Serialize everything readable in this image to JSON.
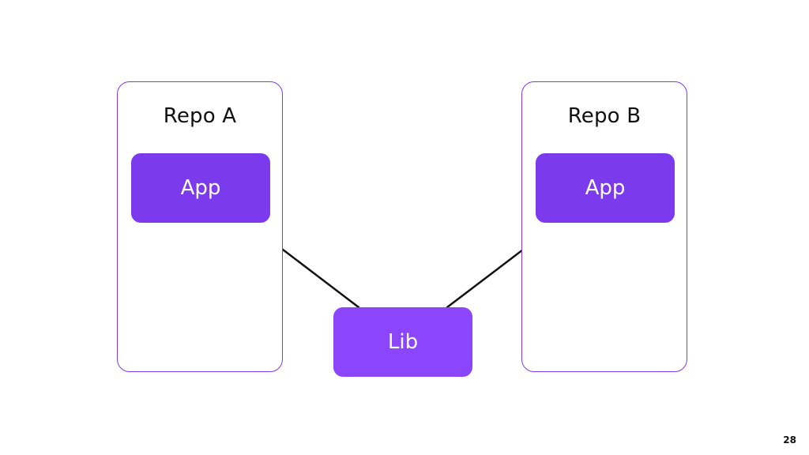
{
  "diagram": {
    "repos": [
      {
        "title": "Repo A",
        "app_label": "App"
      },
      {
        "title": "Repo B",
        "app_label": "App"
      }
    ],
    "lib_label": "Lib",
    "edges": [
      {
        "from": "Repo A App",
        "to": "Lib"
      },
      {
        "from": "Repo B App",
        "to": "Lib"
      }
    ],
    "colors": {
      "accent": "#7c3aed",
      "lib": "#8b46fb",
      "border": "#7c3aed",
      "connector": "#111111"
    }
  },
  "footer": {
    "page_number": "28"
  }
}
